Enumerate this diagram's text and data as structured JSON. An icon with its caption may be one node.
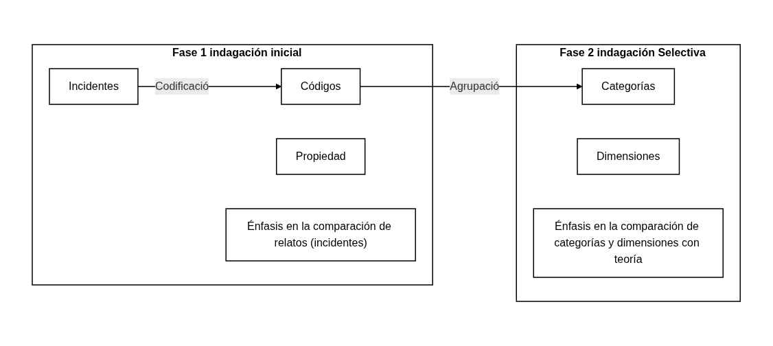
{
  "diagram": {
    "nodes": [
      {
        "text": [
          "Fase 1 indagación inicial"
        ]
      },
      {
        "text": [
          "Incidentes"
        ],
        "in": 0
      },
      {
        "text": [
          "Códigos"
        ],
        "in": 0
      },
      {
        "text": [
          "Propiedad"
        ],
        "in": 0
      },
      {
        "text": [
          "Énfasis en la comparación de relatos (incidentes)"
        ],
        "in": 0
      },
      {
        "text": [
          "Fase 2 indagación Selectiva"
        ]
      },
      {
        "text": [
          "Categorías"
        ],
        "in": 5
      },
      {
        "text": [
          "Dimensiones"
        ],
        "in": 5
      },
      {
        "text": [
          "Énfasis en la comparación de categorías y dimensiones con teoría"
        ],
        "in": 5
      }
    ],
    "edges": [
      {
        "from": 1,
        "to": 2,
        "arrow": "to",
        "label": "Codificació"
      },
      {
        "from": 2,
        "to": 6,
        "arrow": "to",
        "label": "Agrupació"
      }
    ]
  }
}
